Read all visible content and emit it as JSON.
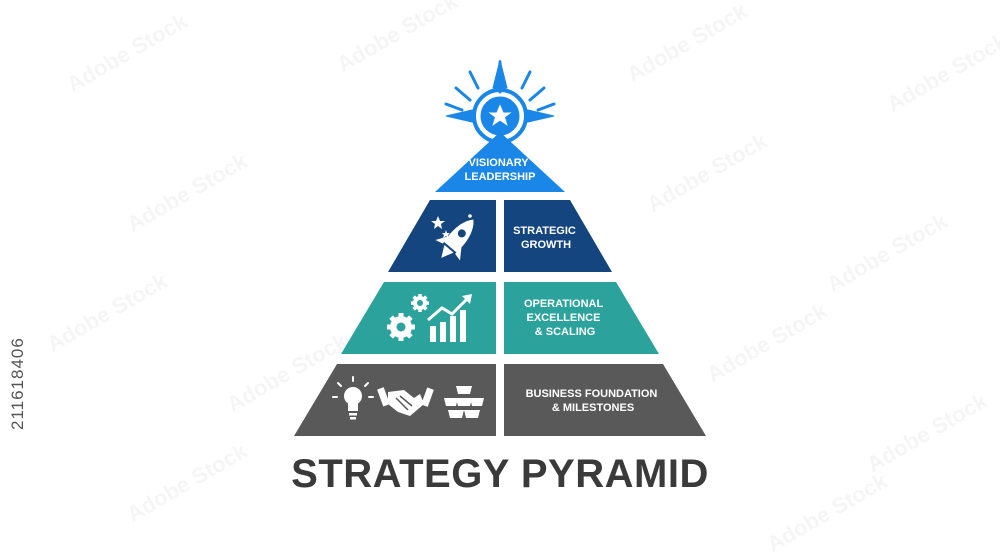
{
  "title": "STRATEGY PYRAMID",
  "stock_id": "211618406",
  "watermark": "Adobe Stock",
  "colors": {
    "top": "#1a86e8",
    "tier2": "#15457f",
    "tier3": "#2ba39c",
    "tier4": "#595959",
    "text_dark": "#3a3a3a",
    "white": "#ffffff"
  },
  "tiers": [
    {
      "id": "visionary",
      "lines": [
        "VISIONARY",
        "LEADERSHIP"
      ],
      "icons": [
        "compass-star-icon"
      ]
    },
    {
      "id": "strategic",
      "lines": [
        "STRATEGIC",
        "GROWTH"
      ],
      "icons": [
        "rocket-icon"
      ]
    },
    {
      "id": "operational",
      "lines": [
        "OPERATIONAL",
        "EXCELLENCE",
        "& SCALING"
      ],
      "icons": [
        "gears-icon",
        "growth-chart-icon"
      ]
    },
    {
      "id": "foundation",
      "lines": [
        "BUSINESS FOUNDATION",
        "& MILESTONES"
      ],
      "icons": [
        "lightbulb-icon",
        "handshake-icon",
        "gold-bars-icon"
      ]
    }
  ]
}
